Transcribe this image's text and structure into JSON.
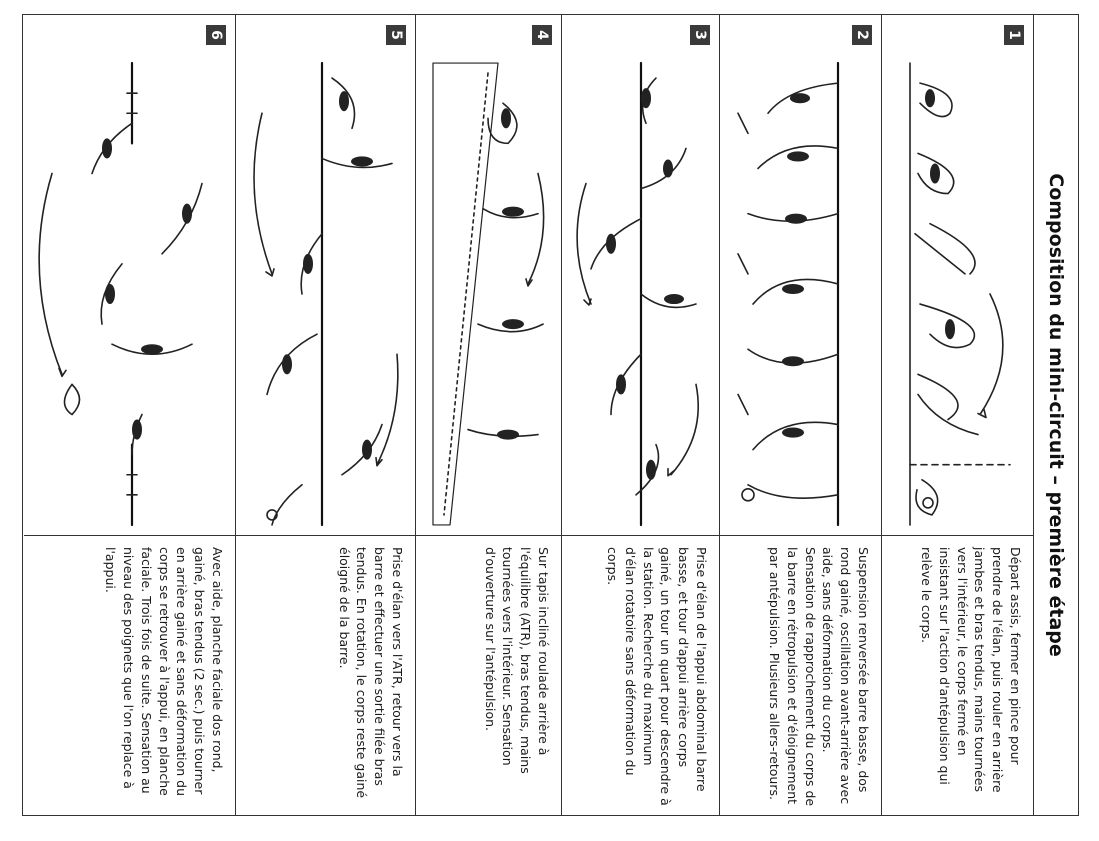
{
  "title": "Composition du mini-circuit – première étape",
  "steps": [
    {
      "number": "1",
      "text": "Départ assis, fermer en pince pour prendre de l'élan, puis rouler en arrière jambes et bras tendus, mains tournées vers l'intérieur, le corps fermé en insistant sur l'action d'antépulsion qui relève le corps."
    },
    {
      "number": "2",
      "text": "Suspension renversée barre basse, dos rond gainé, oscillation avant-arrière avec aide, sans déformation du corps. Sensation de rapprochement du corps de la barre en rétropulsion et d'éloignement par antépulsion. Plusieurs allers-retours."
    },
    {
      "number": "3",
      "text": "Prise d'élan de l'appui abdominal barre basse, et tour d'appui arrière corps gainé, un tour un quart pour descendre à la station. Recherche du maximum d'élan rotatoire sans déformation du corps."
    },
    {
      "number": "4",
      "text": "Sur tapis incliné roulade arrière à l'équilibre (ATR), bras tendus, mains tournées vers l'intérieur. Sensation d'ouverture sur l'antépulsion."
    },
    {
      "number": "5",
      "text": "Prise d'élan vers l'ATR, retour vers la barre et effectuer une sortie filée bras tendus. En rotation, le corps reste gainé éloigné de la barre."
    },
    {
      "number": "6",
      "text": "Avec aide, planche faciale dos rond, gainé, bras tendus (2 sec.) puis tourner en arrière gainé et sans déformation du corps se retrouver à l'appui, en planche faciale. Trois fois de suite. Sensation au niveau des poignets que l'on replace à l'appui."
    }
  ]
}
